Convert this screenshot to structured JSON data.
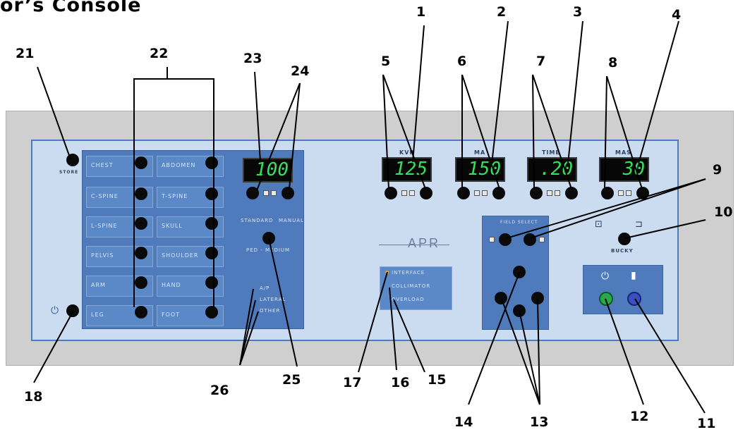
{
  "title": "or’s Console",
  "callouts": [
    "1",
    "2",
    "3",
    "4",
    "5",
    "6",
    "7",
    "8",
    "9",
    "10",
    "11",
    "12",
    "13",
    "14",
    "15",
    "16",
    "17",
    "18",
    "21",
    "22",
    "23",
    "24",
    "25",
    "26"
  ],
  "displays": {
    "kvp": {
      "label": "KVP",
      "value": "125"
    },
    "ma": {
      "label": "MA",
      "value": "150"
    },
    "time": {
      "label": "TIME",
      "value": ".20"
    },
    "mas": {
      "label": "MAS",
      "value": "30"
    },
    "sid": {
      "value": "100"
    }
  },
  "anatomy_buttons": [
    "CHEST",
    "C-SPINE",
    "L-SPINE",
    "PELVIS",
    "ARM",
    "LEG",
    "ABDOMEN",
    "T-SPINE",
    "SKULL",
    "SHOULDER",
    "HAND",
    "FOOT"
  ],
  "labels": {
    "store": "STORE",
    "bucky": "BUCKY",
    "brand": "APR",
    "views": [
      "A/P",
      "LATERAL",
      "OTHER"
    ],
    "ion_chamber": [
      "INTERFACE",
      "COLLIMATOR",
      "OVERLOAD"
    ],
    "modes": [
      "STANDARD",
      "MANUAL"
    ],
    "patient_size": "PED - MEDIUM",
    "field_select": "FIELD SELECT"
  },
  "colors": {
    "console": "#cfcfcf",
    "face": "#ccdcf0",
    "panel": "#4f7bbd",
    "display_digits": "#35e05a",
    "power_on": "#2aa84a",
    "power_off": "#3a4fc0"
  }
}
